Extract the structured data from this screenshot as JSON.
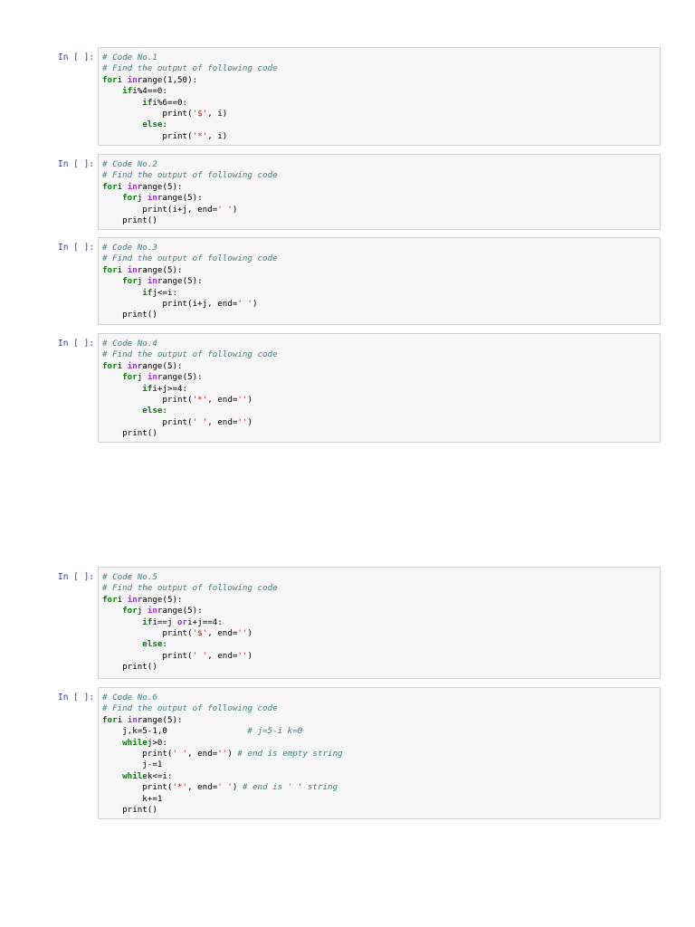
{
  "prompt_label": "In [ ]:",
  "cells": [
    {
      "id": "code-1",
      "lines": [
        [
          [
            "cm",
            "# Code No.1"
          ]
        ],
        [
          [
            "cm",
            "# Find the output of following code"
          ]
        ],
        [
          [
            "kw",
            "for"
          ],
          [
            "",
            "i "
          ],
          [
            "op",
            "in"
          ],
          [
            "",
            "range(1,50):"
          ]
        ],
        [
          [
            "",
            "    "
          ],
          [
            "kw",
            "if"
          ],
          [
            "",
            "i%4==0:"
          ]
        ],
        [
          [
            "",
            "        "
          ],
          [
            "kw",
            "if"
          ],
          [
            "",
            "i%6==0:"
          ]
        ],
        [
          [
            "",
            "            print("
          ],
          [
            "st",
            "'$'"
          ],
          [
            "",
            ", i)"
          ]
        ],
        [
          [
            "",
            "        "
          ],
          [
            "kw",
            "else"
          ],
          [
            "",
            ":"
          ]
        ],
        [
          [
            "",
            "            print("
          ],
          [
            "st",
            "'*'"
          ],
          [
            "",
            ", i)"
          ]
        ]
      ]
    },
    {
      "id": "code-2",
      "lines": [
        [
          [
            "cm",
            "# Code No.2"
          ]
        ],
        [
          [
            "cm",
            "# Find the output of following code"
          ]
        ],
        [
          [
            "kw",
            "for"
          ],
          [
            "",
            "i "
          ],
          [
            "op",
            "in"
          ],
          [
            "",
            "range(5):"
          ]
        ],
        [
          [
            "",
            "    "
          ],
          [
            "kw",
            "for"
          ],
          [
            "",
            "j "
          ],
          [
            "op",
            "in"
          ],
          [
            "",
            "range(5):"
          ]
        ],
        [
          [
            "",
            "        print(i+j, end="
          ],
          [
            "st",
            "' '"
          ],
          [
            "",
            ")"
          ]
        ],
        [
          [
            "",
            "    print()"
          ]
        ]
      ]
    },
    {
      "id": "code-3",
      "lines": [
        [
          [
            "cm",
            "# Code No.3"
          ]
        ],
        [
          [
            "cm",
            "# Find the output of following code"
          ]
        ],
        [
          [
            "kw",
            "for"
          ],
          [
            "",
            "i "
          ],
          [
            "op",
            "in"
          ],
          [
            "",
            "range(5):"
          ]
        ],
        [
          [
            "",
            "    "
          ],
          [
            "kw",
            "for"
          ],
          [
            "",
            "j "
          ],
          [
            "op",
            "in"
          ],
          [
            "",
            "range(5):"
          ]
        ],
        [
          [
            "",
            "        "
          ],
          [
            "kw",
            "if"
          ],
          [
            "",
            "j<=i:"
          ]
        ],
        [
          [
            "",
            "            print(i+j, end="
          ],
          [
            "st",
            "' '"
          ],
          [
            "",
            ")"
          ]
        ],
        [
          [
            "",
            "    print()"
          ]
        ]
      ]
    },
    {
      "id": "code-4",
      "lines": [
        [
          [
            "cm",
            "# Code No.4"
          ]
        ],
        [
          [
            "cm",
            "# Find the output of following code"
          ]
        ],
        [
          [
            "kw",
            "for"
          ],
          [
            "",
            "i "
          ],
          [
            "op",
            "in"
          ],
          [
            "",
            "range(5):"
          ]
        ],
        [
          [
            "",
            "    "
          ],
          [
            "kw",
            "for"
          ],
          [
            "",
            "j "
          ],
          [
            "op",
            "in"
          ],
          [
            "",
            "range(5):"
          ]
        ],
        [
          [
            "",
            "        "
          ],
          [
            "kw",
            "if"
          ],
          [
            "",
            "i+j>=4:"
          ]
        ],
        [
          [
            "",
            "            print("
          ],
          [
            "st",
            "'*'"
          ],
          [
            "",
            ", end="
          ],
          [
            "st",
            "''"
          ],
          [
            "",
            ")"
          ]
        ],
        [
          [
            "",
            "        "
          ],
          [
            "kw",
            "else"
          ],
          [
            "",
            ":"
          ]
        ],
        [
          [
            "",
            "            print("
          ],
          [
            "st",
            "' '"
          ],
          [
            "",
            ", end="
          ],
          [
            "st",
            "''"
          ],
          [
            "",
            ")"
          ]
        ],
        [
          [
            "",
            "    print()"
          ]
        ]
      ]
    },
    {
      "id": "code-5",
      "lines": [
        [
          [
            "cm",
            "# Code No.5"
          ]
        ],
        [
          [
            "cm",
            "# Find the output of following code"
          ]
        ],
        [
          [
            "kw",
            "for"
          ],
          [
            "",
            "i "
          ],
          [
            "op",
            "in"
          ],
          [
            "",
            "range(5):"
          ]
        ],
        [
          [
            "",
            "    "
          ],
          [
            "kw",
            "for"
          ],
          [
            "",
            "j "
          ],
          [
            "op",
            "in"
          ],
          [
            "",
            "range(5):"
          ]
        ],
        [
          [
            "",
            "        "
          ],
          [
            "kw",
            "if"
          ],
          [
            "",
            "i==j "
          ],
          [
            "op",
            "or"
          ],
          [
            "",
            "i+j==4:"
          ]
        ],
        [
          [
            "",
            "            print("
          ],
          [
            "st",
            "'$'"
          ],
          [
            "",
            ", end="
          ],
          [
            "st",
            "''"
          ],
          [
            "",
            ")"
          ]
        ],
        [
          [
            "",
            "        "
          ],
          [
            "kw",
            "else"
          ],
          [
            "",
            ":"
          ]
        ],
        [
          [
            "",
            "            print("
          ],
          [
            "st",
            "' '"
          ],
          [
            "",
            ", end="
          ],
          [
            "st",
            "''"
          ],
          [
            "",
            ")"
          ]
        ],
        [
          [
            "",
            "    print()"
          ]
        ]
      ]
    },
    {
      "id": "code-6",
      "lines": [
        [
          [
            "cm",
            "# Code No.6"
          ]
        ],
        [
          [
            "cm",
            "# Find the output of following code"
          ]
        ],
        [
          [
            "kw",
            "for"
          ],
          [
            "",
            "i "
          ],
          [
            "op",
            "in"
          ],
          [
            "",
            "range(5):"
          ]
        ],
        [
          [
            "",
            "    j,k=5-1,0                "
          ],
          [
            "cm",
            "# j=5-i k=0"
          ]
        ],
        [
          [
            "",
            "    "
          ],
          [
            "kw",
            "while"
          ],
          [
            "",
            "j>0:"
          ]
        ],
        [
          [
            "",
            "        print("
          ],
          [
            "st",
            "' '"
          ],
          [
            "",
            ", end="
          ],
          [
            "st",
            "''"
          ],
          [
            "",
            ") "
          ],
          [
            "cm",
            "# end is empty string"
          ]
        ],
        [
          [
            "",
            "        j-=1"
          ]
        ],
        [
          [
            "",
            "    "
          ],
          [
            "kw",
            "while"
          ],
          [
            "",
            "k<=i:"
          ]
        ],
        [
          [
            "",
            "        print("
          ],
          [
            "st",
            "'*'"
          ],
          [
            "",
            ", end="
          ],
          [
            "st",
            "' '"
          ],
          [
            "",
            ") "
          ],
          [
            "cm",
            "# end is ' ' string"
          ]
        ],
        [
          [
            "",
            "        k+=1"
          ]
        ],
        [
          [
            "",
            "    print()"
          ]
        ]
      ]
    }
  ]
}
